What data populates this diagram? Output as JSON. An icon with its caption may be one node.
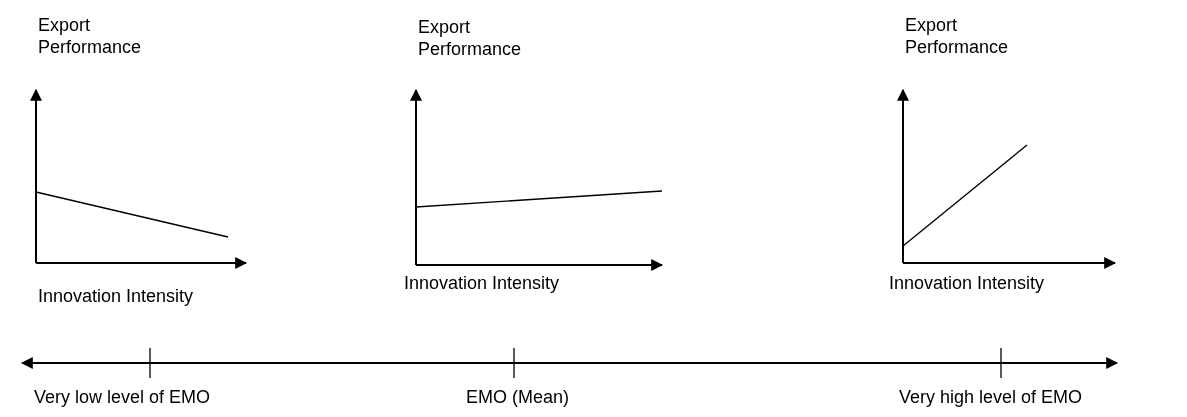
{
  "diagram": {
    "labels": [
      "Export Performance",
      "Export Performance",
      "Export Performance",
      "Innovation Intensity",
      "Innovation Intensity",
      "Innovation Intensity",
      "Very low level of EMO",
      "EMO (Mean)",
      "Very high level of EMO"
    ]
  }
}
